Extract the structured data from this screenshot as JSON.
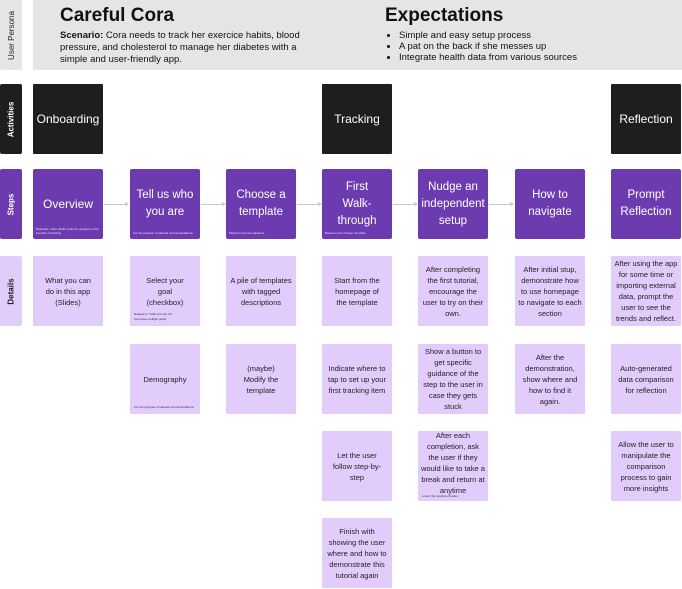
{
  "row_labels": {
    "persona": "User Persona",
    "activities": "Activities",
    "steps": "Steps",
    "details": "Details"
  },
  "persona": {
    "name": "Careful Cora",
    "scenario_label": "Scenario:",
    "scenario_text": " Cora needs to track her exercice habits, blood pressure, and cholesterol to manage her diabetes with a simple and user-friendly app.",
    "expectations_title": "Expectations",
    "expectations": [
      "Simple and easy setup process",
      "A pat on the back if she messes up",
      "Integrate health data from various sources"
    ]
  },
  "activities": [
    "Onboarding",
    "Tracking",
    "Reflection"
  ],
  "steps": [
    {
      "label": "Overview",
      "note": "Rationale: older adults could be unaware of the benefits of tracking"
    },
    {
      "label": "Tell us who you are",
      "note": "For the purpose of tailored recommendations"
    },
    {
      "label": "Choose a template",
      "note": "Tailored recommendations"
    },
    {
      "label": "First Walk-through",
      "note": "Based on the chosen template"
    },
    {
      "label": "Nudge an independent setup",
      "note": ""
    },
    {
      "label": "How to navigate",
      "note": ""
    },
    {
      "label": "Prompt Reflection",
      "note": ""
    }
  ],
  "details": {
    "overview": [
      {
        "text": "What you can do in this app (Slides)",
        "note": ""
      }
    ],
    "tell_us": [
      {
        "text": "Select your goal (checkbox)",
        "note": "Related to \"what you can do\"\nCan have multiple goals"
      },
      {
        "text": "Demography",
        "note": "For the purpose of tailored recommendations"
      }
    ],
    "template": [
      {
        "text": "A pile of templates with tagged descriptions",
        "note": ""
      },
      {
        "text": "(maybe)\nModify the template",
        "note": ""
      }
    ],
    "walkthrough": [
      {
        "text": "Start from the homepage of the template",
        "note": ""
      },
      {
        "text": "Indicate where to tap to set up your first tracking item",
        "note": ""
      },
      {
        "text": "Let the user follow step-by-step",
        "note": ""
      },
      {
        "text": "Finish with showing the user where and how to demonstrate this tutorial again",
        "note": ""
      }
    ],
    "nudge": [
      {
        "text": "After completing the first tutorial, encourage the user to try on their own.",
        "note": ""
      },
      {
        "text": "Show a button to get specific guidance of the step to the user in case they gets stuck",
        "note": ""
      },
      {
        "text": "After each completion, ask the user if they would like to take a break and return at anytime",
        "note": "Lower the cognitive burden"
      }
    ],
    "navigate": [
      {
        "text": "After initial stup, demonstrate how to use homepage to navigate to each section",
        "note": ""
      },
      {
        "text": "After the demonstration, show where and how to find it again.",
        "note": ""
      }
    ],
    "reflection": [
      {
        "text": "After using the app for some time or importing external data, prompt the user to see the trends and reflect.",
        "note": ""
      },
      {
        "text": "Auto-generated data comparison for reflection",
        "note": ""
      },
      {
        "text": "Allow the user to manipulate the comparison process to gain more insights",
        "note": ""
      }
    ]
  },
  "colors": {
    "activity": "#1e1e1e",
    "step": "#6c3bb0",
    "detail": "#e2ccfc",
    "persona_band": "#e5e5e5"
  }
}
